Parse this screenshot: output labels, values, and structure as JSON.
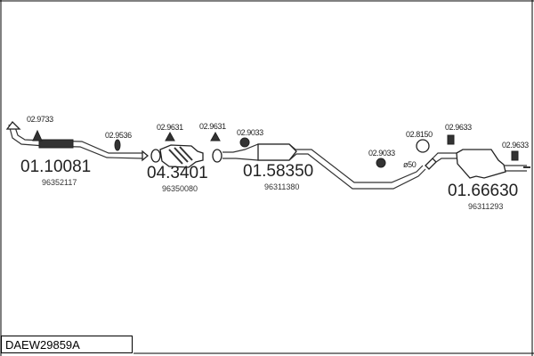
{
  "diagram_code": "DAEW29859A",
  "parts": [
    {
      "number": "01.10081",
      "oem": "96352117"
    },
    {
      "number": "04.3401",
      "oem": "96350080"
    },
    {
      "number": "01.58350",
      "oem": "96311380"
    },
    {
      "number": "01.66630",
      "oem": "96311293"
    }
  ],
  "accessories": [
    "02.9733",
    "02.9536",
    "02.9631",
    "02.9631",
    "02.9033",
    "02.9033",
    "02.8150",
    "02.9633",
    "02.9633"
  ],
  "diameter_label": "ø50"
}
